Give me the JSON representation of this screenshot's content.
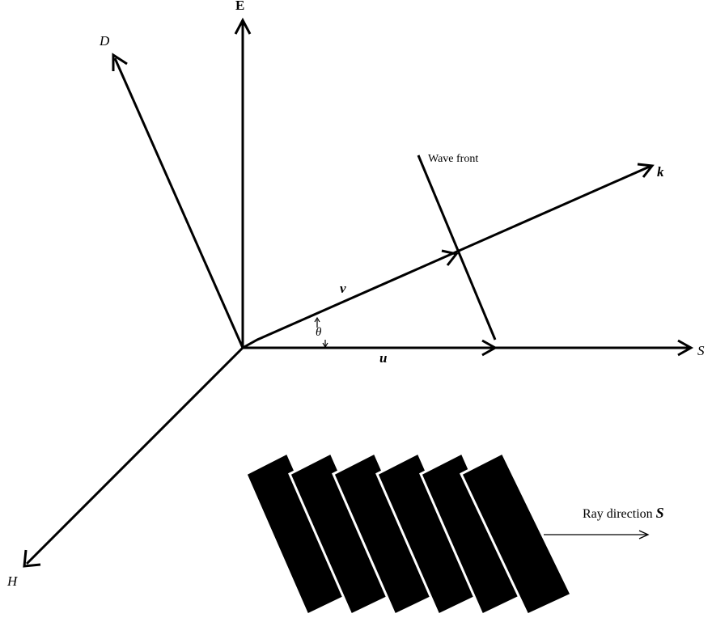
{
  "labels": {
    "E": "E",
    "D": "D",
    "H": "H",
    "k": "k",
    "S": "S",
    "v": "v",
    "u": "u",
    "theta": "θ",
    "wave_front": "Wave front",
    "ray_direction_text": "Ray direction ",
    "ray_direction_symbol": "S"
  },
  "colors": {
    "ink": "#000000",
    "background": "#ffffff"
  }
}
